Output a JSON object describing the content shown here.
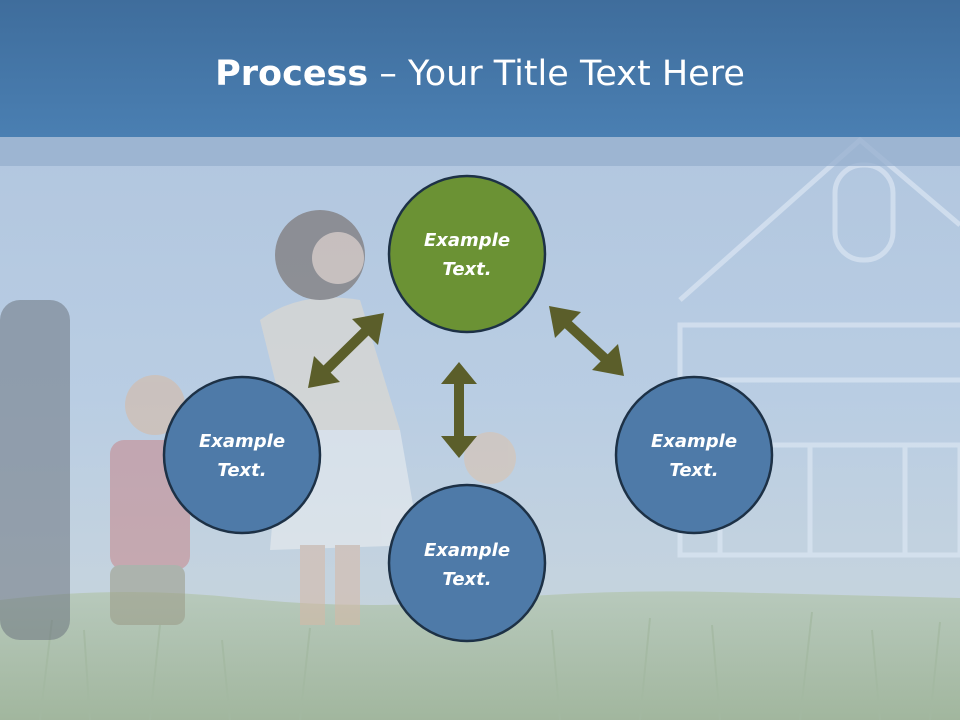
{
  "slide": {
    "title_bold": "Process",
    "title_rest": " – Your Title Text Here"
  },
  "colors": {
    "title_bar": "#4a7fb2",
    "center_node": "#6b9234",
    "outer_node": "#4e7aa8",
    "node_border": "#1d3146",
    "arrow": "#5b5e2a"
  },
  "diagram": {
    "nodes": [
      {
        "id": "top",
        "line1": "Example",
        "line2": "Text.",
        "fill": "green"
      },
      {
        "id": "left",
        "line1": "Example",
        "line2": "Text.",
        "fill": "blue"
      },
      {
        "id": "bottom",
        "line1": "Example",
        "line2": "Text.",
        "fill": "blue"
      },
      {
        "id": "right",
        "line1": "Example",
        "line2": "Text.",
        "fill": "blue"
      }
    ],
    "connections": [
      {
        "from": "top",
        "to": "left",
        "style": "double-arrow"
      },
      {
        "from": "top",
        "to": "bottom",
        "style": "double-arrow"
      },
      {
        "from": "top",
        "to": "right",
        "style": "double-arrow"
      }
    ]
  }
}
